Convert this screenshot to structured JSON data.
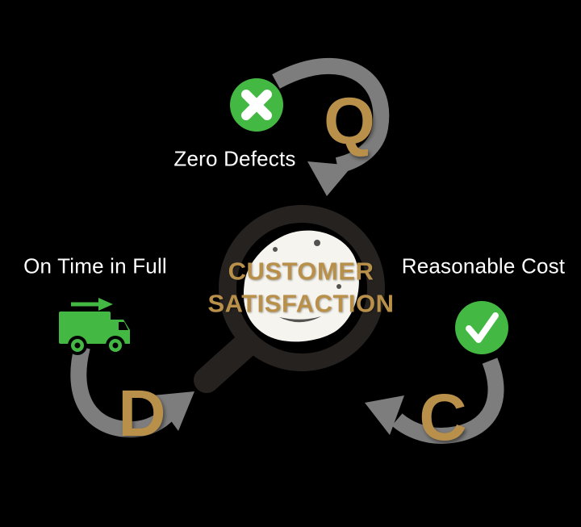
{
  "colors": {
    "background": "#000000",
    "green": "#43b843",
    "gold": "#b9904a",
    "gray": "#7d7d7d",
    "dark": "#262220",
    "text": "#ffffff",
    "lens": "#f6f4ee"
  },
  "center": {
    "line1": "CUSTOMER",
    "line2": "SATISFACTION"
  },
  "nodes": {
    "quality": {
      "label": "Zero Defects",
      "letter": "Q",
      "icon": "x-circle-icon"
    },
    "delivery": {
      "label": "On Time in Full",
      "letter": "D",
      "icon": "truck-icon"
    },
    "cost": {
      "label": "Reasonable Cost",
      "letter": "C",
      "icon": "check-circle-icon"
    }
  }
}
